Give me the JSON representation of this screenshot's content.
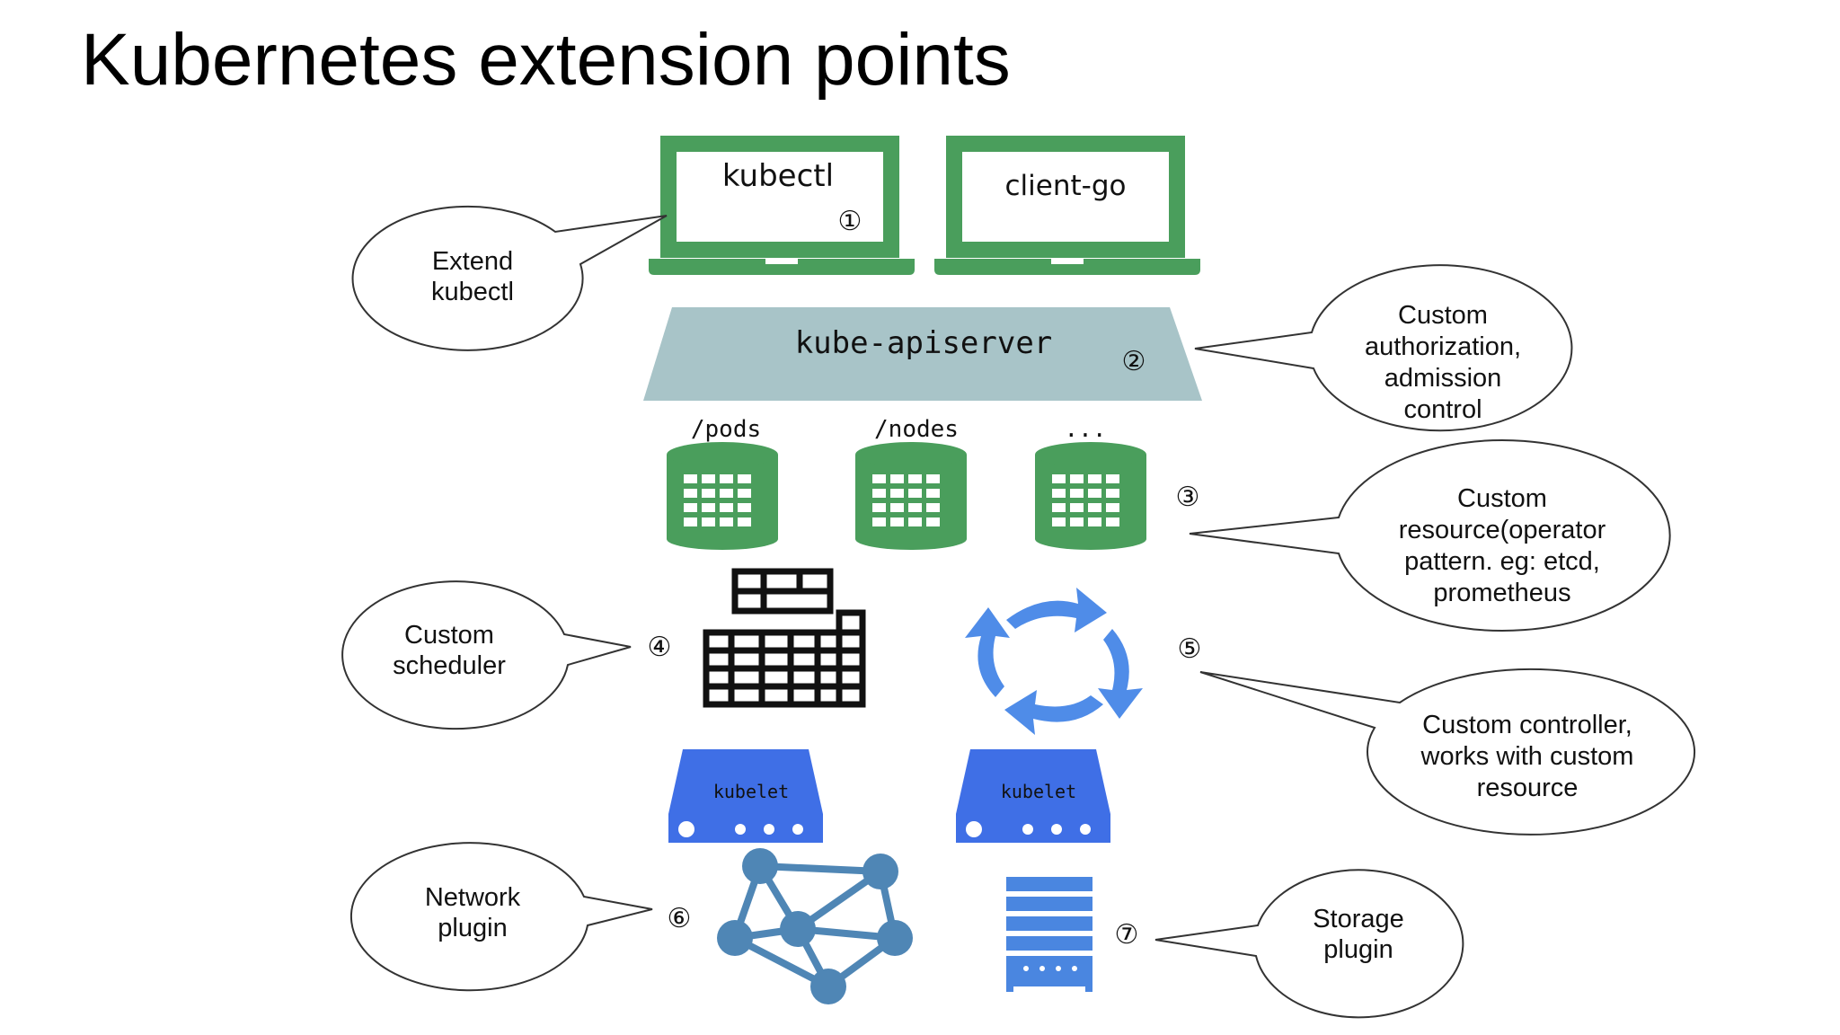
{
  "title": "Kubernetes extension points",
  "colors": {
    "green": "#4a9e5c",
    "slate": "#a8c4c8",
    "blue_kubelet": "#3f6fe6",
    "blue_arrows": "#4f8ce8",
    "network_blue": "#4f86b5",
    "storage_blue": "#4a86e0"
  },
  "clients": [
    {
      "label": "kubectl",
      "number": "①"
    },
    {
      "label": "client-go"
    }
  ],
  "apiserver": {
    "label": "kube-apiserver",
    "number": "②"
  },
  "resources": {
    "labels": [
      "/pods",
      "/nodes",
      "..."
    ],
    "number": "③"
  },
  "scheduler": {
    "number": "④",
    "icon": "scheduler-grid-icon"
  },
  "controller": {
    "number": "⑤",
    "icon": "reconcile-arrows-icon"
  },
  "kubelets": [
    "kubelet",
    "kubelet"
  ],
  "network": {
    "number": "⑥",
    "icon": "network-graph-icon"
  },
  "storage": {
    "number": "⑦",
    "icon": "storage-stack-icon"
  },
  "callouts": {
    "kubectl": [
      "Extend",
      "kubectl"
    ],
    "auth": [
      "Custom",
      "authorization,",
      "admission",
      "control"
    ],
    "resource": [
      "Custom",
      "resource(operator",
      "pattern. eg: etcd,",
      "prometheus"
    ],
    "scheduler": [
      "Custom",
      "scheduler"
    ],
    "controller": [
      "Custom controller,",
      "works with custom",
      "resource"
    ],
    "network": [
      "Network",
      "plugin"
    ],
    "storage": [
      "Storage",
      "plugin"
    ]
  }
}
